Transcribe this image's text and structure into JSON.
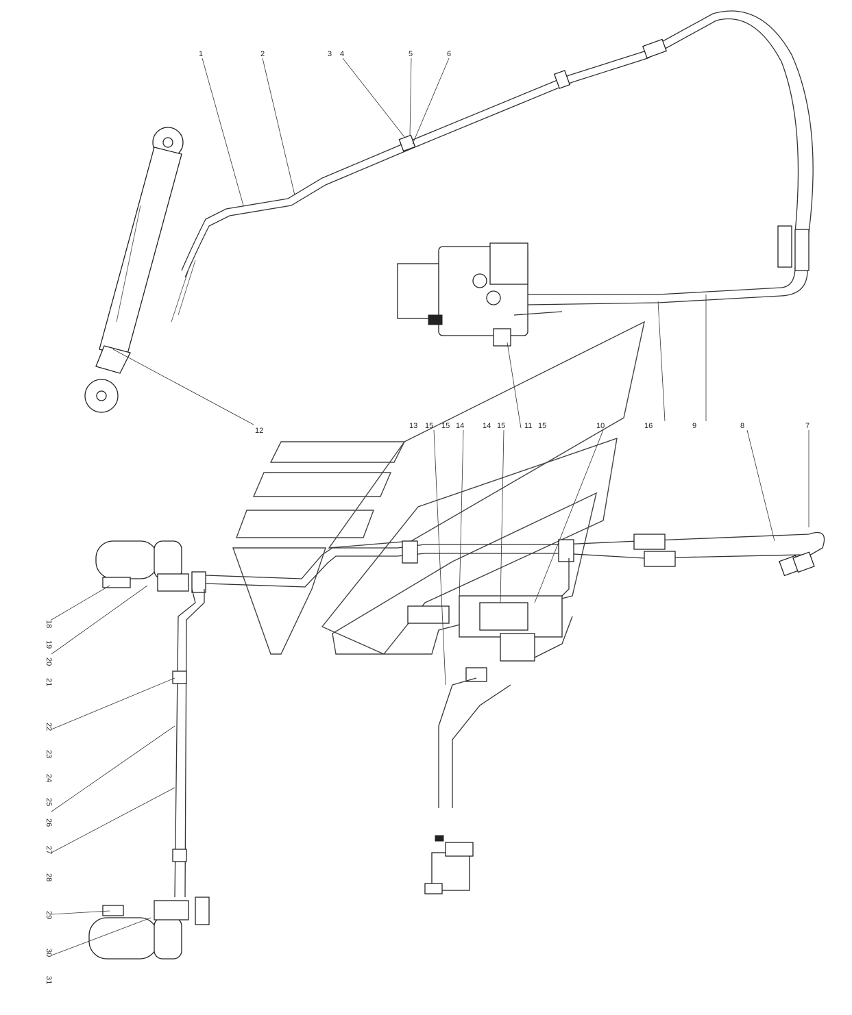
{
  "labels": {
    "top": [
      "1",
      "2",
      "3",
      "4",
      "5",
      "6",
      "12"
    ],
    "middle": [
      "13",
      "15",
      "15",
      "14",
      "14",
      "15",
      "11",
      "15",
      "10",
      "16",
      "9",
      "8",
      "7"
    ],
    "left": [
      "18",
      "19",
      "20",
      "21",
      "22",
      "23",
      "24",
      "25",
      "26",
      "27",
      "28",
      "29",
      "30",
      "31"
    ]
  }
}
